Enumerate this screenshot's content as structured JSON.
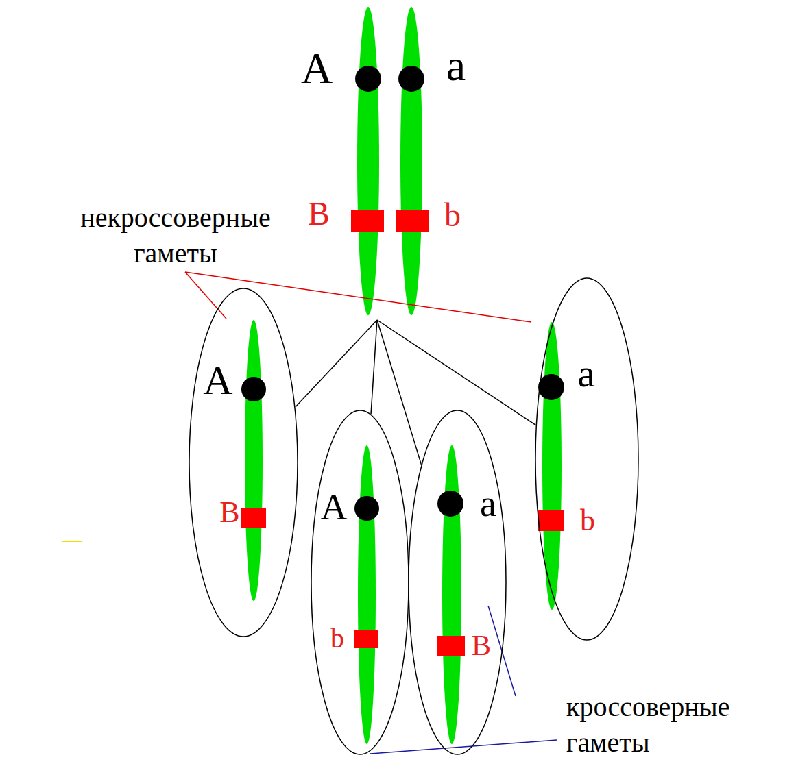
{
  "diagram": {
    "nodes": [
      {
        "text": [
          "A",
          "a",
          "B",
          "b"
        ]
      },
      {
        "text": [
          "A",
          "B"
        ]
      },
      {
        "text": [
          "A",
          "b"
        ]
      },
      {
        "text": [
          "a",
          "B"
        ]
      },
      {
        "text": [
          "a",
          "b"
        ]
      }
    ],
    "edges": [
      {
        "from": 0,
        "to": 1,
        "arrow": "none"
      },
      {
        "from": 0,
        "to": 2,
        "arrow": "none"
      },
      {
        "from": 0,
        "to": 3,
        "arrow": "none"
      },
      {
        "from": 0,
        "to": 4,
        "arrow": "none"
      }
    ],
    "labels": [
      "некроссоверные гаметы",
      "кроссоверные гаметы"
    ]
  }
}
